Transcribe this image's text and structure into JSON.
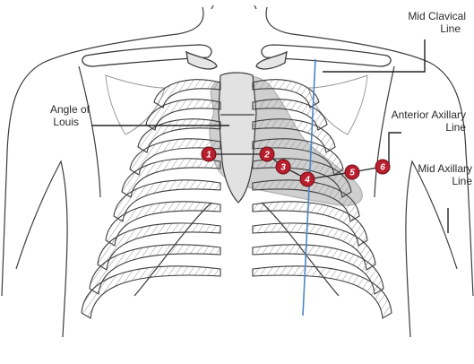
{
  "labels": {
    "mid_clavical_line_1": "Mid Clavical",
    "mid_clavical_line_2": "Line",
    "angle_of_louis_1": "Angle of",
    "angle_of_louis_2": "Louis",
    "anterior_axillary_1": "Anterior Axillary",
    "anterior_axillary_2": "Line",
    "mid_axillary_1": "Mid Axillary",
    "mid_axillary_2": "Line"
  },
  "electrodes": [
    "1",
    "2",
    "3",
    "4",
    "5",
    "6"
  ],
  "colors": {
    "outline": "#3c3c3c",
    "electrode": "#b81e2d",
    "heart": "#cfcfcf",
    "mid_clavicular_line": "#4a86c8"
  }
}
